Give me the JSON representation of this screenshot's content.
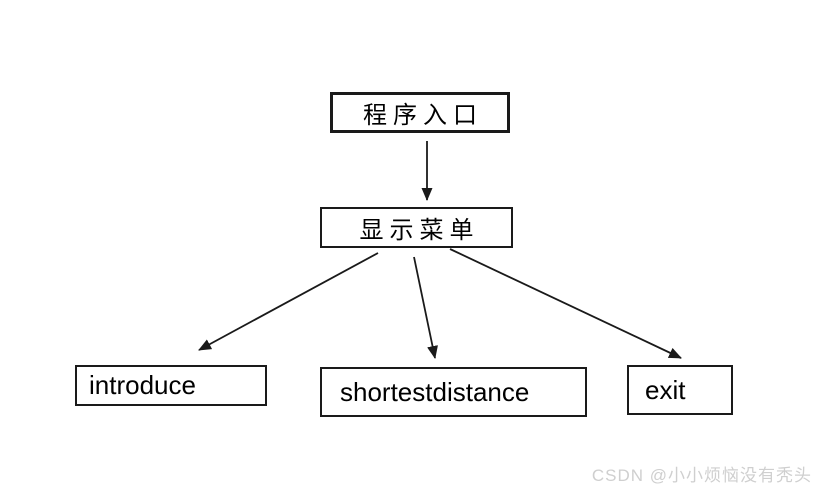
{
  "diagram": {
    "title": "menu flowchart",
    "nodes": {
      "entry": {
        "id": "entry",
        "label": "程序入口"
      },
      "menu": {
        "id": "menu",
        "label": "显示菜单"
      },
      "introduce": {
        "id": "introduce",
        "label": "introduce"
      },
      "shortest": {
        "id": "shortest",
        "label": "shortestdistance"
      },
      "exit": {
        "id": "exit",
        "label": "exit"
      }
    },
    "edges": [
      {
        "from": "entry",
        "to": "menu"
      },
      {
        "from": "menu",
        "to": "introduce"
      },
      {
        "from": "menu",
        "to": "shortest"
      },
      {
        "from": "menu",
        "to": "exit"
      }
    ],
    "colors": {
      "background": "#ffffff",
      "border": "#1a1a1a",
      "line": "#1a1a1a",
      "text": "#000000"
    }
  },
  "watermark": {
    "text": "CSDN @小小烦恼没有秃头",
    "color": "#cfcfcf"
  }
}
